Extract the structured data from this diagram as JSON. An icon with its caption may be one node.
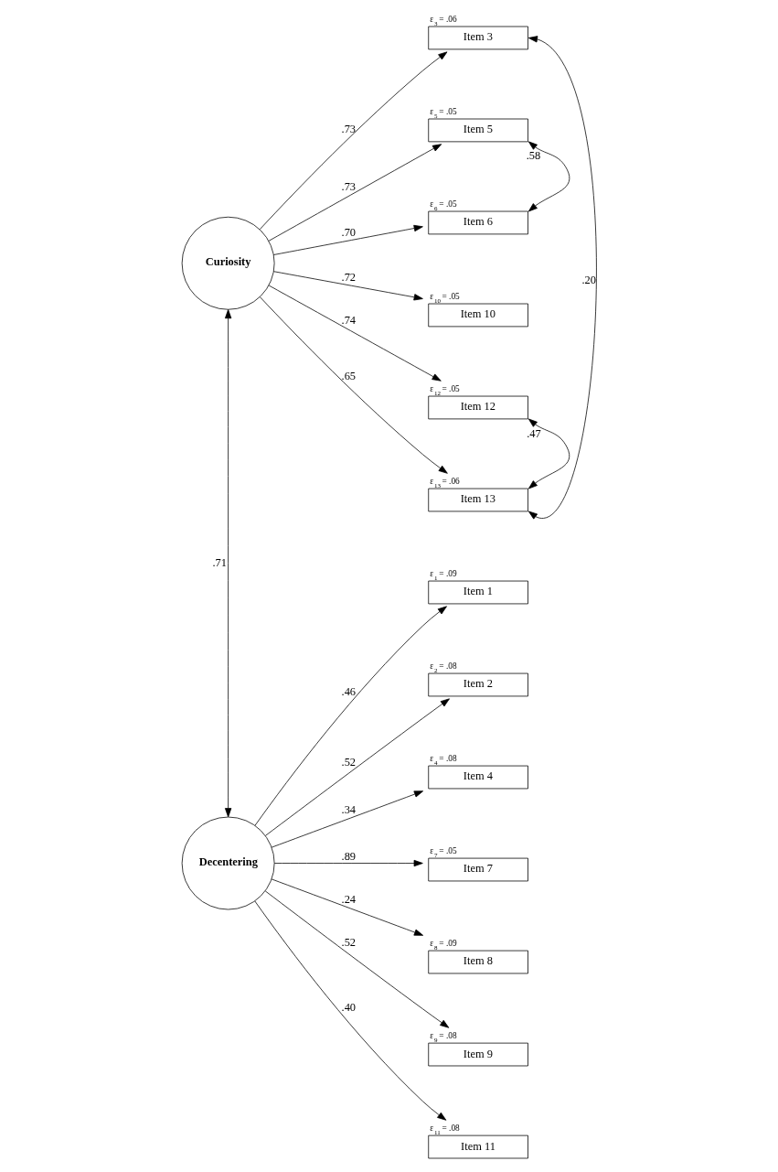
{
  "diagram": {
    "nodes": [
      {
        "text": [
          "Curiosity"
        ]
      },
      {
        "text": [
          "Item 3"
        ],
        "beside": [
          "ε$_{3}$ = .06"
        ]
      },
      {
        "text": [
          "Item 5"
        ],
        "beside": [
          "ε$_{5}$ = .05"
        ]
      },
      {
        "text": [
          "Item 6"
        ],
        "beside": [
          "ε$_{6}$ = .05"
        ]
      },
      {
        "text": [
          "Item 10"
        ],
        "beside": [
          "ε$_{10}$ = .05"
        ]
      },
      {
        "text": [
          "Item 12"
        ],
        "beside": [
          "ε$_{12}$ = .05"
        ]
      },
      {
        "text": [
          "Item 13"
        ],
        "beside": [
          "ε$_{13}$ = .06"
        ]
      },
      {
        "text": [
          "Decentering"
        ]
      },
      {
        "text": [
          "Item 1"
        ],
        "beside": [
          "ε$_{1}$ = .09"
        ]
      },
      {
        "text": [
          "Item 2"
        ],
        "beside": [
          "ε$_{2}$ = .08"
        ]
      },
      {
        "text": [
          "Item 4"
        ],
        "beside": [
          "ε$_{4}$ = .08"
        ]
      },
      {
        "text": [
          "Item 7"
        ],
        "beside": [
          "ε$_{7}$ = .05"
        ]
      },
      {
        "text": [
          "Item 8"
        ],
        "beside": [
          "ε$_{8}$ = .09"
        ]
      },
      {
        "text": [
          "Item 9"
        ],
        "beside": [
          "ε$_{9}$ = .08"
        ]
      },
      {
        "text": [
          "Item 11"
        ],
        "beside": [
          "ε$_{11}$ = .08"
        ]
      }
    ],
    "edges": [
      {
        "from": 0,
        "to": 1,
        "arrow": "to",
        "label": ".73"
      },
      {
        "from": 0,
        "to": 2,
        "arrow": "to",
        "label": ".73"
      },
      {
        "from": 0,
        "to": 3,
        "arrow": "to",
        "label": ".70"
      },
      {
        "from": 0,
        "to": 4,
        "arrow": "to",
        "label": ".72"
      },
      {
        "from": 0,
        "to": 5,
        "arrow": "to",
        "label": ".74"
      },
      {
        "from": 0,
        "to": 6,
        "arrow": "to",
        "label": ".65"
      },
      {
        "from": 2,
        "to": 3,
        "arrow": "both",
        "label": ".58"
      },
      {
        "from": 1,
        "to": 6,
        "arrow": "both",
        "label": ".20"
      },
      {
        "from": 5,
        "to": 6,
        "arrow": "both",
        "label": ".47"
      },
      {
        "from": 0,
        "to": 7,
        "arrow": "both",
        "label": ".71"
      },
      {
        "from": 7,
        "to": 8,
        "arrow": "to",
        "label": ".46"
      },
      {
        "from": 7,
        "to": 9,
        "arrow": "to",
        "label": ".52"
      },
      {
        "from": 7,
        "to": 10,
        "arrow": "to",
        "label": ".34"
      },
      {
        "from": 7,
        "to": 11,
        "arrow": "to",
        "label": ".89"
      },
      {
        "from": 7,
        "to": 12,
        "arrow": "to",
        "label": ".24"
      },
      {
        "from": 7,
        "to": 13,
        "arrow": "to",
        "label": ".52"
      },
      {
        "from": 7,
        "to": 14,
        "arrow": "to",
        "label": ".40"
      }
    ]
  }
}
